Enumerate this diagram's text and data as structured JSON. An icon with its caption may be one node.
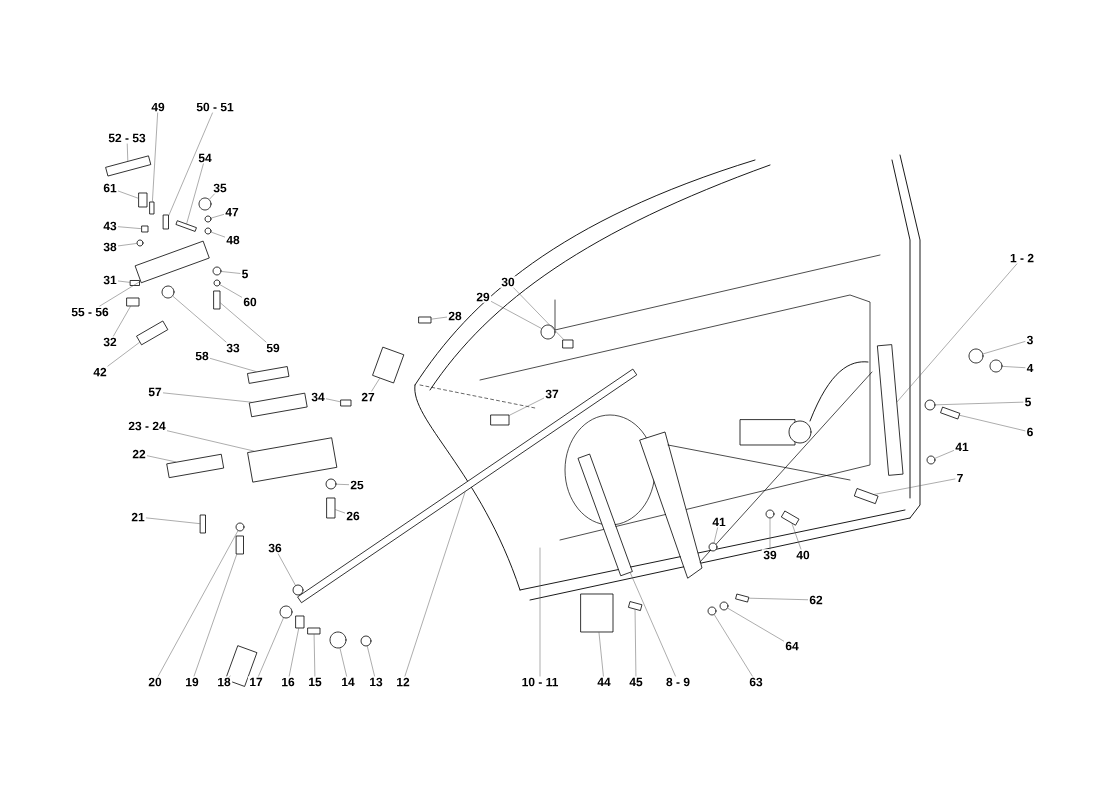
{
  "diagram": {
    "nodes": [
      {
        "text": [
          "49"
        ]
      },
      {
        "text": [
          "50 - 51"
        ]
      },
      {
        "text": [
          "52 - 53"
        ]
      },
      {
        "text": [
          "54"
        ]
      },
      {
        "text": [
          "61"
        ]
      },
      {
        "text": [
          "35"
        ]
      },
      {
        "text": [
          "43"
        ]
      },
      {
        "text": [
          "47"
        ]
      },
      {
        "text": [
          "38"
        ]
      },
      {
        "text": [
          "48"
        ]
      },
      {
        "text": [
          "31"
        ]
      },
      {
        "text": [
          "5"
        ]
      },
      {
        "text": [
          "55 - 56"
        ]
      },
      {
        "text": [
          "60"
        ]
      },
      {
        "text": [
          "32"
        ]
      },
      {
        "text": [
          "33"
        ]
      },
      {
        "text": [
          "59"
        ]
      },
      {
        "text": [
          "42"
        ]
      },
      {
        "text": [
          "58"
        ]
      },
      {
        "text": [
          "57"
        ]
      },
      {
        "text": [
          "34"
        ]
      },
      {
        "text": [
          "27"
        ]
      },
      {
        "text": [
          "23 - 24"
        ]
      },
      {
        "text": [
          "22"
        ]
      },
      {
        "text": [
          "25"
        ]
      },
      {
        "text": [
          "26"
        ]
      },
      {
        "text": [
          "21"
        ]
      },
      {
        "text": [
          "36"
        ]
      },
      {
        "text": [
          "20"
        ]
      },
      {
        "text": [
          "19"
        ]
      },
      {
        "text": [
          "18"
        ]
      },
      {
        "text": [
          "17"
        ]
      },
      {
        "text": [
          "16"
        ]
      },
      {
        "text": [
          "15"
        ]
      },
      {
        "text": [
          "14"
        ]
      },
      {
        "text": [
          "13"
        ]
      },
      {
        "text": [
          "12"
        ]
      },
      {
        "text": [
          "28"
        ]
      },
      {
        "text": [
          "29"
        ]
      },
      {
        "text": [
          "30"
        ]
      },
      {
        "text": [
          "37"
        ]
      },
      {
        "text": [
          "10 - 11"
        ]
      },
      {
        "text": [
          "44"
        ]
      },
      {
        "text": [
          "45"
        ]
      },
      {
        "text": [
          "8 - 9"
        ]
      },
      {
        "text": [
          "63"
        ]
      },
      {
        "text": [
          "64"
        ]
      },
      {
        "text": [
          "62"
        ]
      },
      {
        "text": [
          "41"
        ]
      },
      {
        "text": [
          "39"
        ]
      },
      {
        "text": [
          "40"
        ]
      },
      {
        "text": [
          "1 - 2"
        ]
      },
      {
        "text": [
          "3"
        ]
      },
      {
        "text": [
          "4"
        ]
      },
      {
        "text": [
          "5"
        ]
      },
      {
        "text": [
          "6"
        ]
      },
      {
        "text": [
          "41"
        ]
      },
      {
        "text": [
          "7"
        ]
      },
      {
        "text": [],
        "shape": "box"
      },
      {
        "text": [],
        "shape": "box"
      },
      {
        "text": [],
        "shape": "bar"
      },
      {
        "text": [],
        "shape": "box"
      },
      {
        "text": [],
        "shape": "box"
      },
      {
        "text": [],
        "shape": "circle"
      },
      {
        "text": [],
        "shape": "box"
      },
      {
        "text": [],
        "shape": "circle"
      },
      {
        "text": [],
        "shape": "circle"
      },
      {
        "text": [],
        "shape": "circle"
      },
      {
        "text": [],
        "shape": "box"
      },
      {
        "text": [],
        "shape": "circle"
      },
      {
        "text": [],
        "shape": "box"
      },
      {
        "text": [],
        "shape": "circle"
      },
      {
        "text": [],
        "shape": "box"
      },
      {
        "text": [],
        "shape": "circle"
      },
      {
        "text": [],
        "shape": "box"
      },
      {
        "text": [],
        "shape": "box"
      },
      {
        "text": [],
        "shape": "box"
      },
      {
        "text": [],
        "shape": "box"
      },
      {
        "text": [],
        "shape": "box"
      },
      {
        "text": [],
        "shape": "box"
      },
      {
        "text": [],
        "shape": "box"
      },
      {
        "text": [],
        "shape": "box"
      },
      {
        "text": [],
        "shape": "circle"
      },
      {
        "text": [],
        "shape": "box"
      },
      {
        "text": [],
        "shape": "box"
      },
      {
        "text": [],
        "shape": "circle"
      },
      {
        "text": [],
        "shape": "circle"
      },
      {
        "text": [],
        "shape": "box"
      },
      {
        "text": [],
        "shape": "box"
      },
      {
        "text": [],
        "shape": "circle"
      },
      {
        "text": [],
        "shape": "box"
      },
      {
        "text": [],
        "shape": "box"
      },
      {
        "text": [],
        "shape": "circle"
      },
      {
        "text": [],
        "shape": "circle"
      },
      {
        "text": [],
        "shape": "bar"
      },
      {
        "text": [],
        "shape": "box"
      },
      {
        "text": [],
        "shape": "circle"
      },
      {
        "text": [],
        "shape": "box"
      },
      {
        "text": [],
        "shape": "box"
      },
      {
        "text": [],
        "shape": "box"
      },
      {
        "text": [],
        "shape": "box"
      },
      {
        "text": [],
        "shape": "bar"
      },
      {
        "text": [],
        "shape": "circle"
      },
      {
        "text": [],
        "shape": "circle"
      },
      {
        "text": [],
        "shape": "box"
      },
      {
        "text": [],
        "shape": "circle"
      },
      {
        "text": [],
        "shape": "circle"
      },
      {
        "text": [],
        "shape": "box"
      },
      {
        "text": [],
        "shape": "bar"
      },
      {
        "text": [],
        "shape": "circle"
      },
      {
        "text": [],
        "shape": "circle"
      },
      {
        "text": [],
        "shape": "circle"
      },
      {
        "text": [],
        "shape": "box"
      },
      {
        "text": [],
        "shape": "circle"
      },
      {
        "text": [],
        "shape": "box"
      }
    ],
    "edges": [
      {
        "from": 0,
        "to": 58,
        "arrow": "none"
      },
      {
        "from": 1,
        "to": 59,
        "arrow": "none"
      },
      {
        "from": 2,
        "to": 60,
        "arrow": "none"
      },
      {
        "from": 3,
        "to": 61,
        "arrow": "none"
      },
      {
        "from": 4,
        "to": 62,
        "arrow": "none"
      },
      {
        "from": 5,
        "to": 63,
        "arrow": "none"
      },
      {
        "from": 6,
        "to": 64,
        "arrow": "none"
      },
      {
        "from": 7,
        "to": 65,
        "arrow": "none"
      },
      {
        "from": 8,
        "to": 66,
        "arrow": "none"
      },
      {
        "from": 9,
        "to": 67,
        "arrow": "none"
      },
      {
        "from": 10,
        "to": 68,
        "arrow": "none"
      },
      {
        "from": 11,
        "to": 69,
        "arrow": "none"
      },
      {
        "from": 12,
        "to": 70,
        "arrow": "none"
      },
      {
        "from": 13,
        "to": 71,
        "arrow": "none"
      },
      {
        "from": 14,
        "to": 72,
        "arrow": "none"
      },
      {
        "from": 15,
        "to": 73,
        "arrow": "none"
      },
      {
        "from": 16,
        "to": 74,
        "arrow": "none"
      },
      {
        "from": 17,
        "to": 75,
        "arrow": "none"
      },
      {
        "from": 18,
        "to": 76,
        "arrow": "none"
      },
      {
        "from": 19,
        "to": 77,
        "arrow": "none"
      },
      {
        "from": 20,
        "to": 78,
        "arrow": "none"
      },
      {
        "from": 21,
        "to": 79,
        "arrow": "none"
      },
      {
        "from": 22,
        "to": 80,
        "arrow": "none"
      },
      {
        "from": 23,
        "to": 81,
        "arrow": "none"
      },
      {
        "from": 24,
        "to": 82,
        "arrow": "none"
      },
      {
        "from": 25,
        "to": 83,
        "arrow": "none"
      },
      {
        "from": 26,
        "to": 84,
        "arrow": "none"
      },
      {
        "from": 27,
        "to": 85,
        "arrow": "none"
      },
      {
        "from": 28,
        "to": 86,
        "arrow": "none"
      },
      {
        "from": 29,
        "to": 87,
        "arrow": "none"
      },
      {
        "from": 30,
        "to": 88,
        "arrow": "none"
      },
      {
        "from": 31,
        "to": 89,
        "arrow": "none"
      },
      {
        "from": 32,
        "to": 90,
        "arrow": "none"
      },
      {
        "from": 33,
        "to": 91,
        "arrow": "none"
      },
      {
        "from": 34,
        "to": 92,
        "arrow": "none"
      },
      {
        "from": 35,
        "to": 93,
        "arrow": "none"
      },
      {
        "from": 36,
        "to": 94,
        "arrow": "none"
      },
      {
        "from": 37,
        "to": 95,
        "arrow": "none"
      },
      {
        "from": 38,
        "to": 96,
        "arrow": "none"
      },
      {
        "from": 39,
        "to": 97,
        "arrow": "none"
      },
      {
        "from": 40,
        "to": 98,
        "arrow": "none"
      },
      {
        "from": 41,
        "to": null,
        "arrow": "none"
      },
      {
        "from": 42,
        "to": 99,
        "arrow": "none"
      },
      {
        "from": 43,
        "to": 100,
        "arrow": "none"
      },
      {
        "from": 44,
        "to": 101,
        "arrow": "none"
      },
      {
        "from": 45,
        "to": 102,
        "arrow": "none"
      },
      {
        "from": 46,
        "to": 103,
        "arrow": "none"
      },
      {
        "from": 47,
        "to": 104,
        "arrow": "none"
      },
      {
        "from": 48,
        "to": 105,
        "arrow": "none"
      },
      {
        "from": 49,
        "to": 106,
        "arrow": "none"
      },
      {
        "from": 50,
        "to": 107,
        "arrow": "none"
      },
      {
        "from": 51,
        "to": 108,
        "arrow": "none"
      },
      {
        "from": 52,
        "to": 109,
        "arrow": "none"
      },
      {
        "from": 53,
        "to": 110,
        "arrow": "none"
      },
      {
        "from": 54,
        "to": 111,
        "arrow": "none"
      },
      {
        "from": 55,
        "to": 112,
        "arrow": "none"
      },
      {
        "from": 56,
        "to": 113,
        "arrow": "none"
      },
      {
        "from": 57,
        "to": 114,
        "arrow": "none"
      }
    ]
  }
}
